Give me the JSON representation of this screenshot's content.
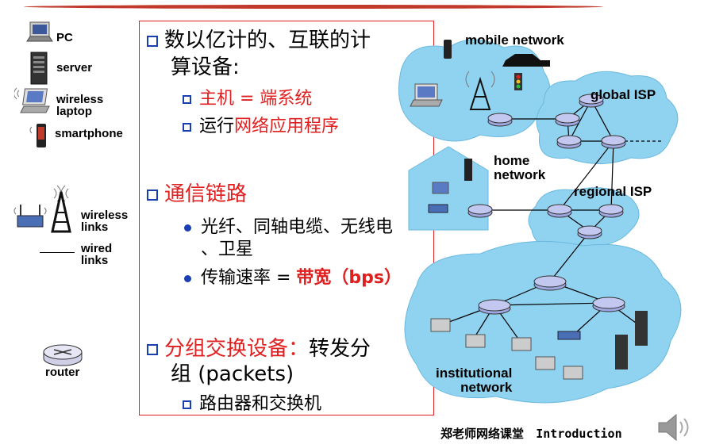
{
  "legend": {
    "pc": "PC",
    "server": "server",
    "wireless_laptop": "wireless\nlaptop",
    "smartphone": "smartphone",
    "wireless_links": "wireless\nlinks",
    "wired_links": "wired\nlinks",
    "router": "router"
  },
  "content": {
    "item1_line1": "数以亿计的、互联的计",
    "item1_line2": "算设备:",
    "host_label": "主机 = 端系统",
    "apps_prefix": "运行",
    "apps_red": "网络应用程序",
    "item2": "通信链路",
    "links_line1": "光纤、同轴电缆、无线电",
    "links_line2": "、卫星",
    "rate_prefix": "传输速率 = ",
    "rate_red": "带宽（bps）",
    "item3_red": "分组交换设备：",
    "item3_rest": "转发分",
    "item3_line2": "组 (packets)",
    "routers": "路由器和交换机"
  },
  "diagram": {
    "mobile_network": "mobile network",
    "global_isp": "global ISP",
    "home_network": "home\nnetwork",
    "regional_isp": "regional ISP",
    "institutional_network": "institutional\nnetwork"
  },
  "footer": {
    "course": "郑老师网络课堂",
    "section": "Introduction"
  },
  "colors": {
    "accent_red": "#e02020",
    "bullet_blue": "#1a3fb0",
    "cloud_blue": "#8fd3f0",
    "router_fill": "#9fa8e0"
  }
}
